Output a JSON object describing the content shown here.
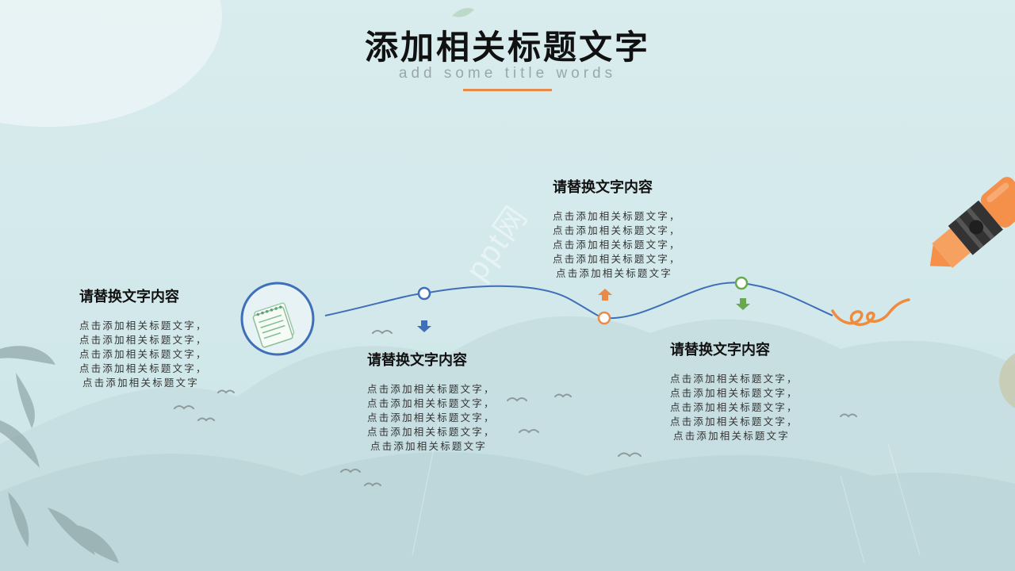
{
  "header": {
    "title": "添加相关标题文字",
    "subtitle": "add some title words"
  },
  "watermark": "ppt网",
  "colors": {
    "accent_orange": "#e88a4a",
    "line_blue": "#3f6fb8",
    "node_green": "#6aa84f",
    "background": "#d5eaec"
  },
  "cards": [
    {
      "title": "请替换文字内容",
      "lines": [
        "点击添加相关标题文字，",
        "点击添加相关标题文字，",
        "点击添加相关标题文字，",
        "点击添加相关标题文字，",
        "点击添加相关标题文字"
      ]
    },
    {
      "title": "请替换文字内容",
      "lines": [
        "点击添加相关标题文字，",
        "点击添加相关标题文字，",
        "点击添加相关标题文字，",
        "点击添加相关标题文字，",
        "点击添加相关标题文字"
      ]
    },
    {
      "title": "请替换文字内容",
      "lines": [
        "点击添加相关标题文字，",
        "点击添加相关标题文字，",
        "点击添加相关标题文字，",
        "点击添加相关标题文字，",
        "点击添加相关标题文字"
      ]
    },
    {
      "title": "请替换文字内容",
      "lines": [
        "点击添加相关标题文字，",
        "点击添加相关标题文字，",
        "点击添加相关标题文字，",
        "点击添加相关标题文字，",
        "点击添加相关标题文字"
      ]
    }
  ],
  "icons": {
    "start": "notepad-icon",
    "pen": "crayon-icon",
    "arrow_down": "arrow-down-icon",
    "arrow_up": "arrow-up-icon"
  }
}
